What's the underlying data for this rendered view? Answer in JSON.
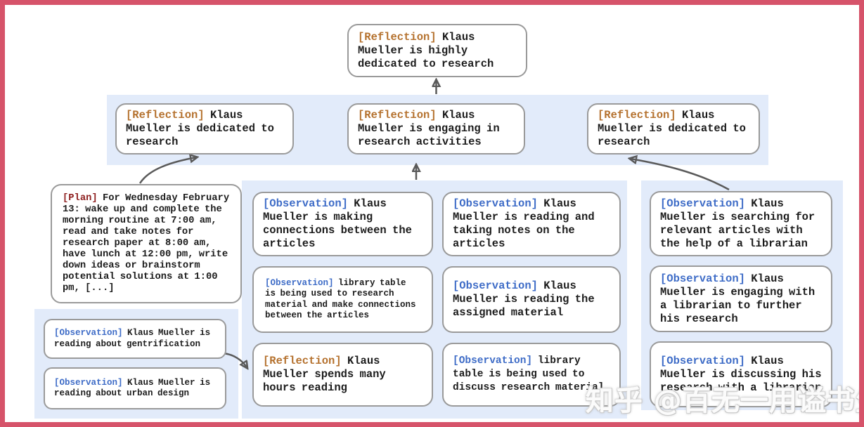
{
  "figure": {
    "title_hint": "memory reflection tree",
    "watermark": "知乎 @百无一用谥书生"
  },
  "colors": {
    "frame": "#d6536a",
    "panel": "#e2ebfa",
    "reflection": "#b5722f",
    "observation": "#3e6cc7",
    "plan": "#8e1f1f",
    "box_border": "#9a9a9a",
    "arrow": "#5a5a5a",
    "text": "#1c1c1c"
  },
  "nodes": {
    "root": {
      "tag": "[Reflection]",
      "text": "Klaus Mueller is highly dedicated to research"
    },
    "level2": [
      {
        "tag": "[Reflection]",
        "text": "Klaus Mueller is dedicated to research"
      },
      {
        "tag": "[Reflection]",
        "text": "Klaus Mueller is engaging in research activities"
      },
      {
        "tag": "[Reflection]",
        "text": "Klaus Mueller is dedicated to research"
      }
    ],
    "plan": {
      "tag": "[Plan]",
      "text": "For Wednesday February 13: wake up and complete the morning routine at 7:00 am, read and take notes for research paper at 8:00 am, have lunch at 12:00 pm, write down ideas or brainstorm potential solutions at 1:00 pm, [...]"
    },
    "left_observations": [
      {
        "tag": "[Observation]",
        "text": "Klaus Mueller is reading about gentrification"
      },
      {
        "tag": "[Observation]",
        "text": "Klaus Mueller is reading about urban design"
      }
    ],
    "column2": [
      {
        "tag": "[Observation]",
        "text": "Klaus Mueller is making connections between the articles"
      },
      {
        "tag": "[Observation]",
        "text": "library table is being used to research material and make connections between the articles"
      },
      {
        "tag": "[Reflection]",
        "text": "Klaus Mueller spends many hours reading"
      }
    ],
    "column3": [
      {
        "tag": "[Observation]",
        "text": "Klaus Mueller is reading and taking notes on the articles"
      },
      {
        "tag": "[Observation]",
        "text": "Klaus Mueller is reading the assigned material"
      },
      {
        "tag": "[Observation]",
        "text": "library table is being used to discuss research material"
      }
    ],
    "column4": [
      {
        "tag": "[Observation]",
        "text": "Klaus Mueller is searching for relevant articles with the help of a librarian"
      },
      {
        "tag": "[Observation]",
        "text": "Klaus Mueller is engaging with a librarian to further his research"
      },
      {
        "tag": "[Observation]",
        "text": "Klaus Mueller is discussing his research with a librarian"
      }
    ]
  }
}
